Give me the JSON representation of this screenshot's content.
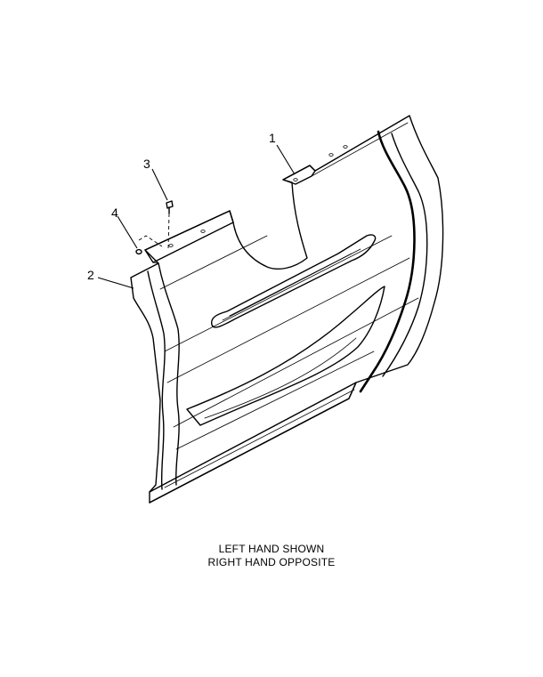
{
  "callouts": {
    "item_1": "1",
    "item_2": "2",
    "item_3": "3",
    "item_4": "4"
  },
  "caption": {
    "line1": "LEFT HAND SHOWN",
    "line2": "RIGHT HAND OPPOSITE"
  }
}
